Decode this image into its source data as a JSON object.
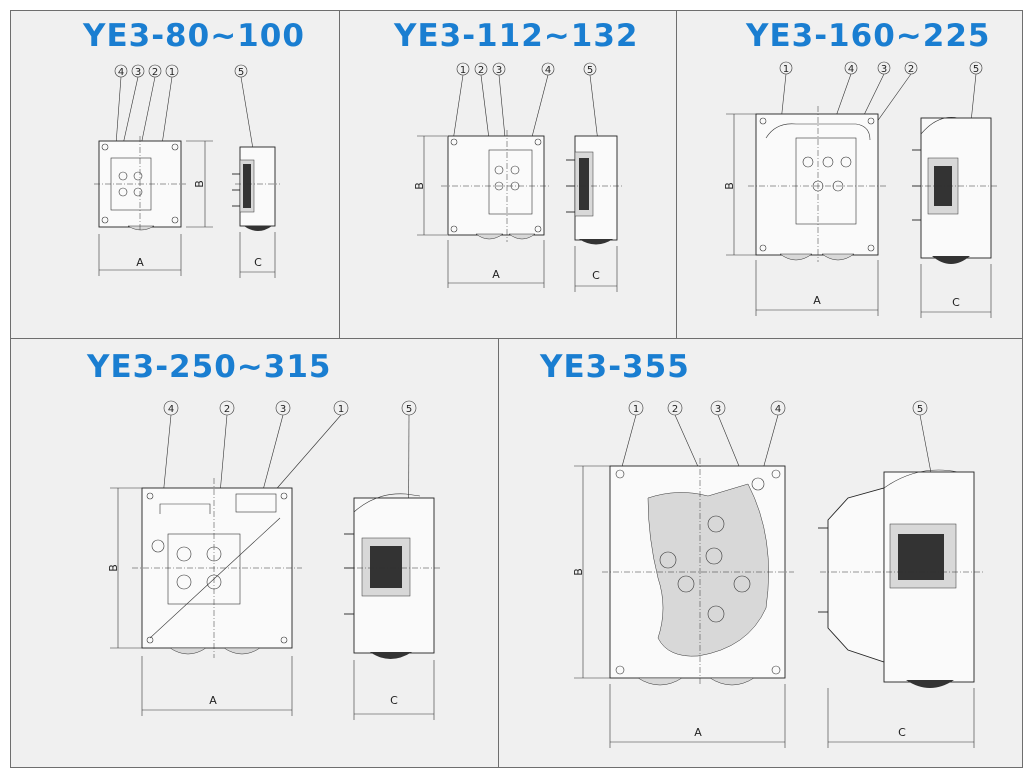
{
  "panels": [
    {
      "title": "YE3-80~100"
    },
    {
      "title": "YE3-112~132"
    },
    {
      "title": "YE3-160~225"
    },
    {
      "title": "YE3-250~315"
    },
    {
      "title": "YE3-355"
    }
  ],
  "dims": {
    "a": "A",
    "b": "B",
    "c": "C"
  },
  "callouts": {
    "c1": "1",
    "c2": "2",
    "c3": "3",
    "c4": "4",
    "c5": "5"
  },
  "colors": {
    "title": "#1a7ed1",
    "background": "#f0f0f0",
    "grid": "#6e6e6e"
  }
}
